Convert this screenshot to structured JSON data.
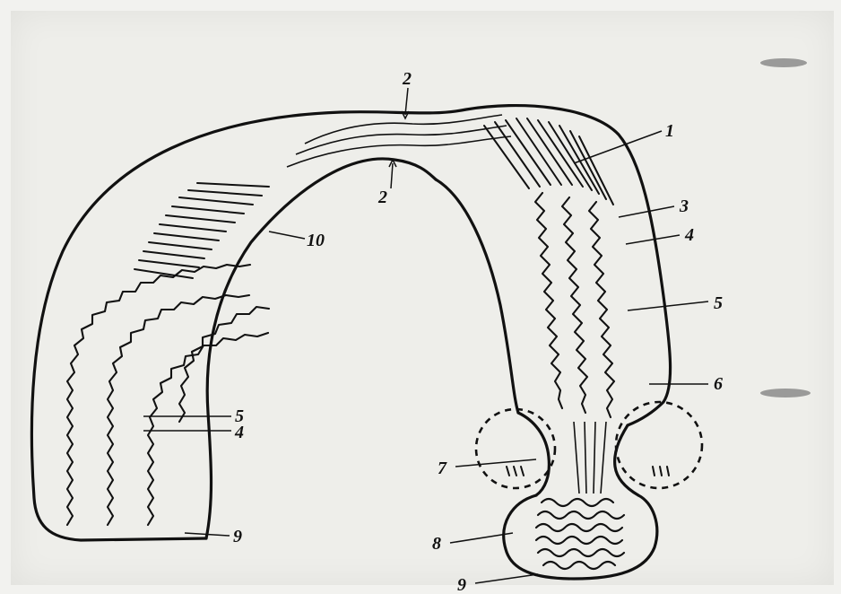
{
  "figure": {
    "labels": [
      {
        "id": "label-2-top",
        "text": "2"
      },
      {
        "id": "label-2-bottom",
        "text": "2"
      },
      {
        "id": "label-1",
        "text": "1"
      },
      {
        "id": "label-3",
        "text": "3"
      },
      {
        "id": "label-4-right",
        "text": "4"
      },
      {
        "id": "label-5-right",
        "text": "5"
      },
      {
        "id": "label-6",
        "text": "6"
      },
      {
        "id": "label-10",
        "text": "10"
      },
      {
        "id": "label-5-left",
        "text": "5"
      },
      {
        "id": "label-4-left",
        "text": "4"
      },
      {
        "id": "label-9-left",
        "text": "9"
      },
      {
        "id": "label-7",
        "text": "7"
      },
      {
        "id": "label-8",
        "text": "8"
      },
      {
        "id": "label-9-bottom",
        "text": "9"
      }
    ]
  }
}
